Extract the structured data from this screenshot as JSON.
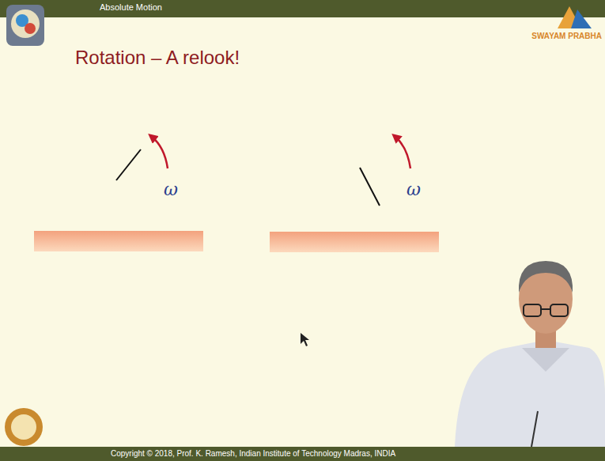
{
  "diagram": {
    "title": "Rotation – A relook!",
    "labels": [
      "Absolute Motion",
      "ω",
      "ω",
      "SWAYAM PRABHA",
      "Copyright © 2018, Prof. K. Ramesh, Indian Institute of Technology Madras, INDIA"
    ]
  }
}
